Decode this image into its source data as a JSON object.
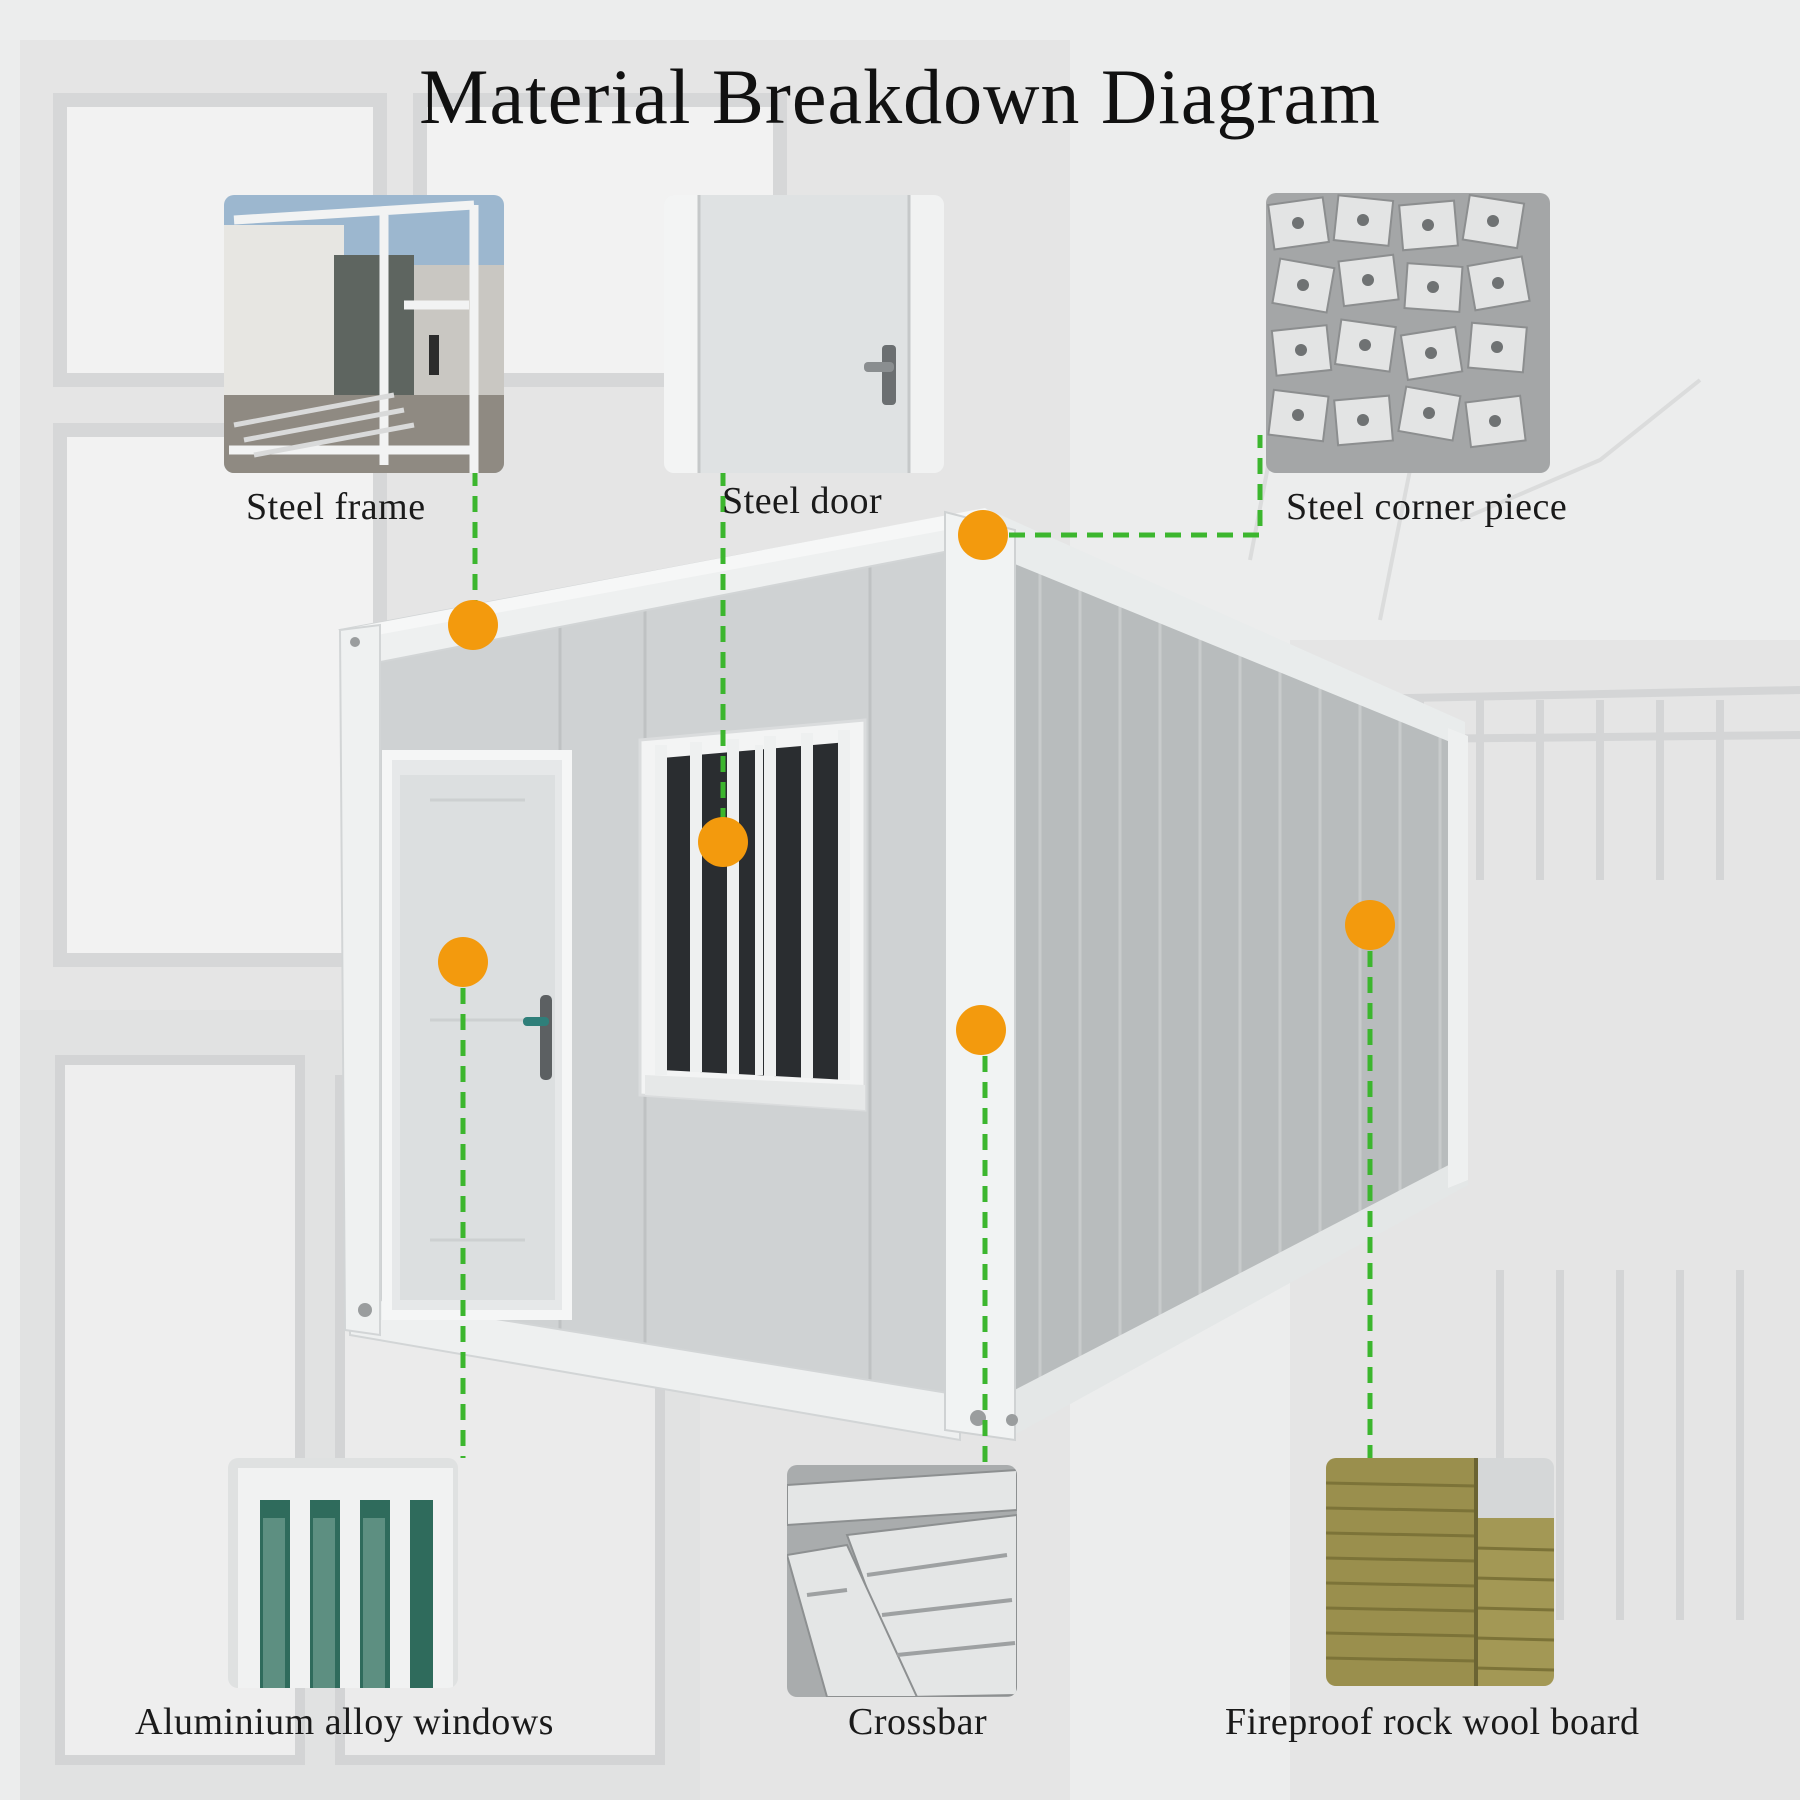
{
  "title": "Material Breakdown Diagram",
  "components": [
    {
      "id": "steel-frame",
      "label": "Steel frame"
    },
    {
      "id": "steel-door",
      "label": "Steel door"
    },
    {
      "id": "steel-corner-piece",
      "label": "Steel corner piece"
    },
    {
      "id": "aluminium-alloy-windows",
      "label": "Aluminium alloy windows"
    },
    {
      "id": "crossbar",
      "label": "Crossbar"
    },
    {
      "id": "fireproof-rock-wool-board",
      "label": "Fireproof rock wool board"
    }
  ],
  "colors": {
    "marker": "#f39a0d",
    "leader_line": "#3cb62e",
    "background": "#e9eaea",
    "container_panel": "#c9cccc",
    "frame": "#eef0f0"
  }
}
